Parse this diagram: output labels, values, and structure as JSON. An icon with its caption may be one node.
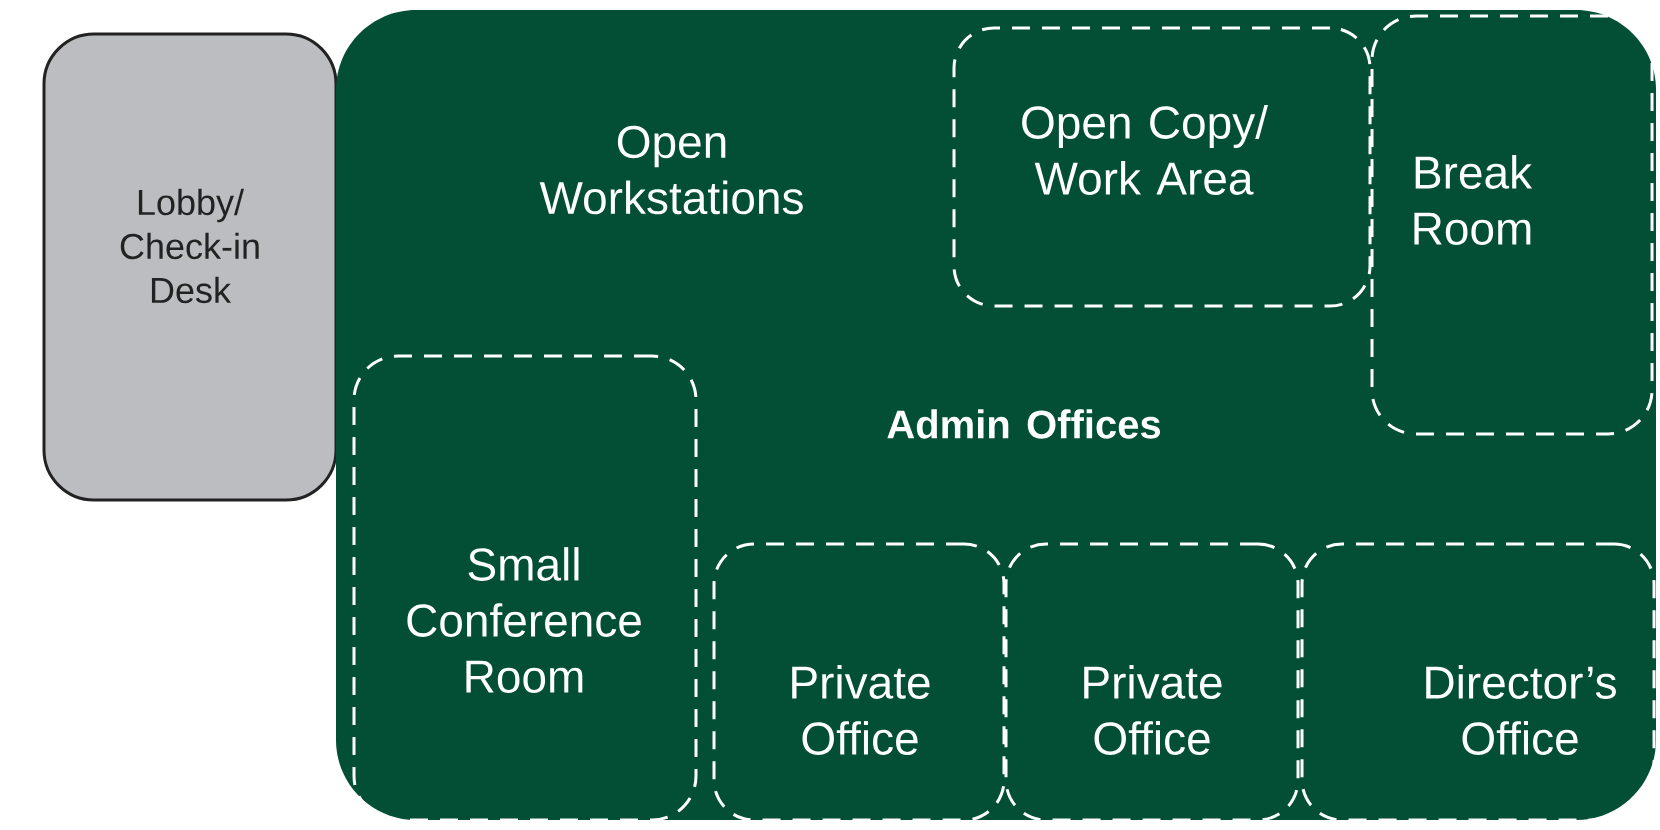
{
  "diagram": {
    "nodes": [
      {
        "text": [
          "Lobby/ Check-in Desk"
        ]
      },
      {
        "text": [
          "Open Workstations",
          "Admin Offices"
        ]
      },
      {
        "text": [
          "Open Copy/ Work Area"
        ],
        "in": 1
      },
      {
        "text": [
          "Break Room"
        ],
        "in": 1
      },
      {
        "text": [
          "Small Conference Room"
        ],
        "in": 1
      },
      {
        "text": [
          "Private Office"
        ],
        "in": 1
      },
      {
        "text": [
          "Private Office"
        ],
        "in": 1
      },
      {
        "text": [
          "Director’s Office"
        ],
        "in": 1
      }
    ]
  }
}
